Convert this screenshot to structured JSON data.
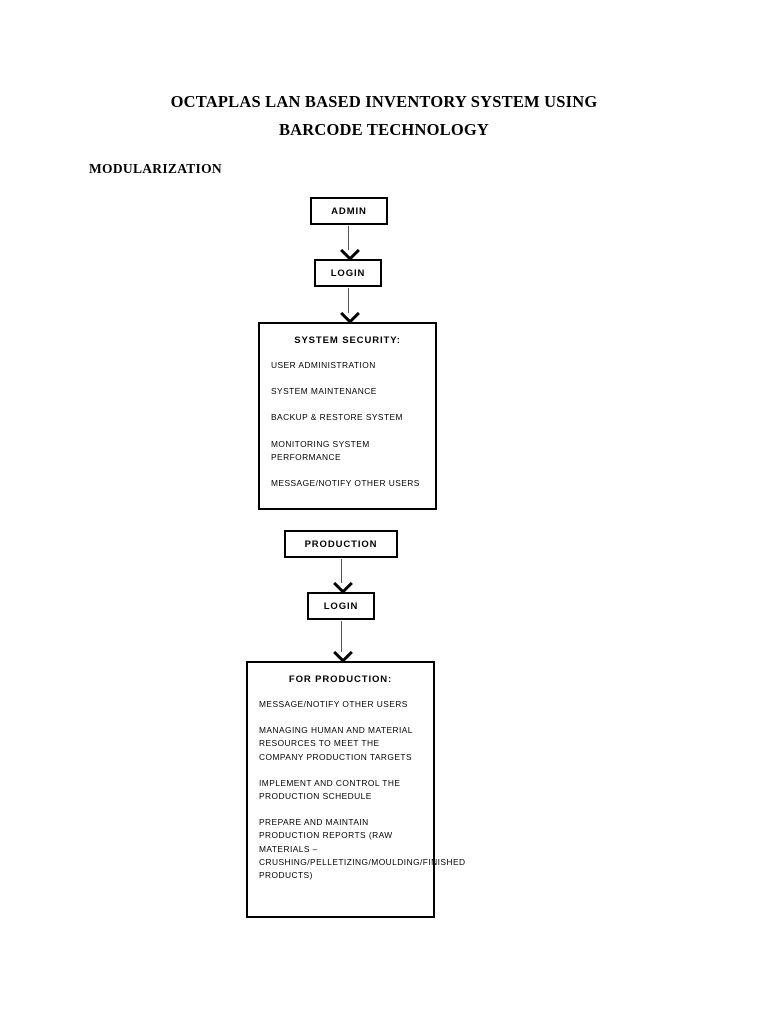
{
  "document": {
    "title_line_1": "OCTAPLAS LAN BASED INVENTORY SYSTEM USING",
    "title_line_2": "BARCODE TECHNOLOGY",
    "section_label": "MODULARIZATION"
  },
  "colors": {
    "page_background": "#ffffff",
    "text": "#000000",
    "box_border": "#000000",
    "arrow_shaft": "#555555"
  },
  "flowchart": {
    "branches": [
      {
        "entry_node": "ADMIN",
        "auth_node": "LOGIN",
        "panel": {
          "title": "SYSTEM SECURITY:",
          "items": [
            "USER ADMINISTRATION",
            "SYSTEM MAINTENANCE",
            "BACKUP & RESTORE SYSTEM",
            "MONITORING SYSTEM PERFORMANCE",
            "MESSAGE/NOTIFY OTHER USERS"
          ]
        }
      },
      {
        "entry_node": "PRODUCTION",
        "auth_node": "LOGIN",
        "panel": {
          "title": "FOR PRODUCTION:",
          "items": [
            "MESSAGE/NOTIFY OTHER USERS",
            "MANAGING HUMAN AND MATERIAL RESOURCES TO MEET THE COMPANY PRODUCTION TARGETS",
            "IMPLEMENT AND CONTROL THE PRODUCTION SCHEDULE",
            "PREPARE AND MAINTAIN PRODUCTION REPORTS (RAW MATERIALS – CRUSHING/PELLETIZING/MOULDING/FINISHED PRODUCTS)"
          ]
        }
      }
    ],
    "connectors": [
      {
        "from": "ADMIN",
        "to": "LOGIN",
        "icon": "down-arrow-icon"
      },
      {
        "from": "LOGIN",
        "to": "SYSTEM SECURITY:",
        "icon": "down-arrow-icon"
      },
      {
        "from": "PRODUCTION",
        "to": "LOGIN",
        "icon": "down-arrow-icon"
      },
      {
        "from": "LOGIN",
        "to": "FOR PRODUCTION:",
        "icon": "down-arrow-icon"
      }
    ]
  }
}
